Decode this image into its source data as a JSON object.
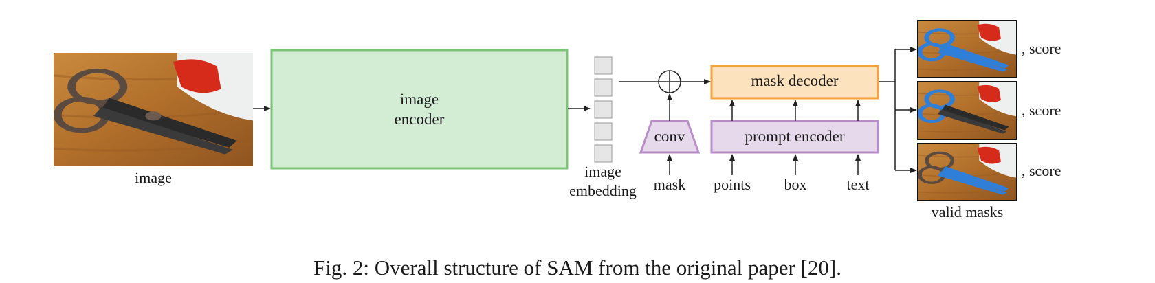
{
  "diagram": {
    "input_label": "image",
    "encoder_label_line1": "image",
    "encoder_label_line2": "encoder",
    "embedding_label_line1": "image",
    "embedding_label_line2": "embedding",
    "conv_label": "conv",
    "mask_label": "mask",
    "decoder_label": "mask decoder",
    "prompt_encoder_label": "prompt encoder",
    "prompts": [
      "points",
      "box",
      "text"
    ],
    "outputs": [
      ", score",
      ", score",
      ", score"
    ],
    "outputs_label": "valid masks",
    "colors": {
      "encoder_fill": "#d3ecd4",
      "encoder_stroke": "#7cc475",
      "decoder_fill": "#fde2be",
      "decoder_stroke": "#f2a33a",
      "prompt_fill": "#e7d9ec",
      "prompt_stroke": "#b98dc8",
      "embedding_fill": "#e6e6e6",
      "mask_color": "#2f7fd8"
    }
  },
  "caption": "Fig. 2: Overall structure of SAM from the original paper [20]."
}
